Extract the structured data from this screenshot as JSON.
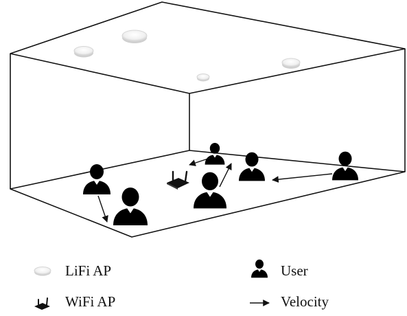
{
  "legend": {
    "lifi_ap": {
      "label": "LiFi AP",
      "icon": "ceiling-light-icon"
    },
    "user": {
      "label": "User",
      "icon": "user-icon"
    },
    "wifi_ap": {
      "label": "WiFi AP",
      "icon": "router-icon"
    },
    "velocity": {
      "label": "Velocity",
      "icon": "arrow-right-icon"
    }
  },
  "colors": {
    "line": "#111111",
    "user": "#000000",
    "light_rim": "#e6e6e6",
    "light_face": "#f6f6f6",
    "light_shadow": "#bdbdbd"
  }
}
